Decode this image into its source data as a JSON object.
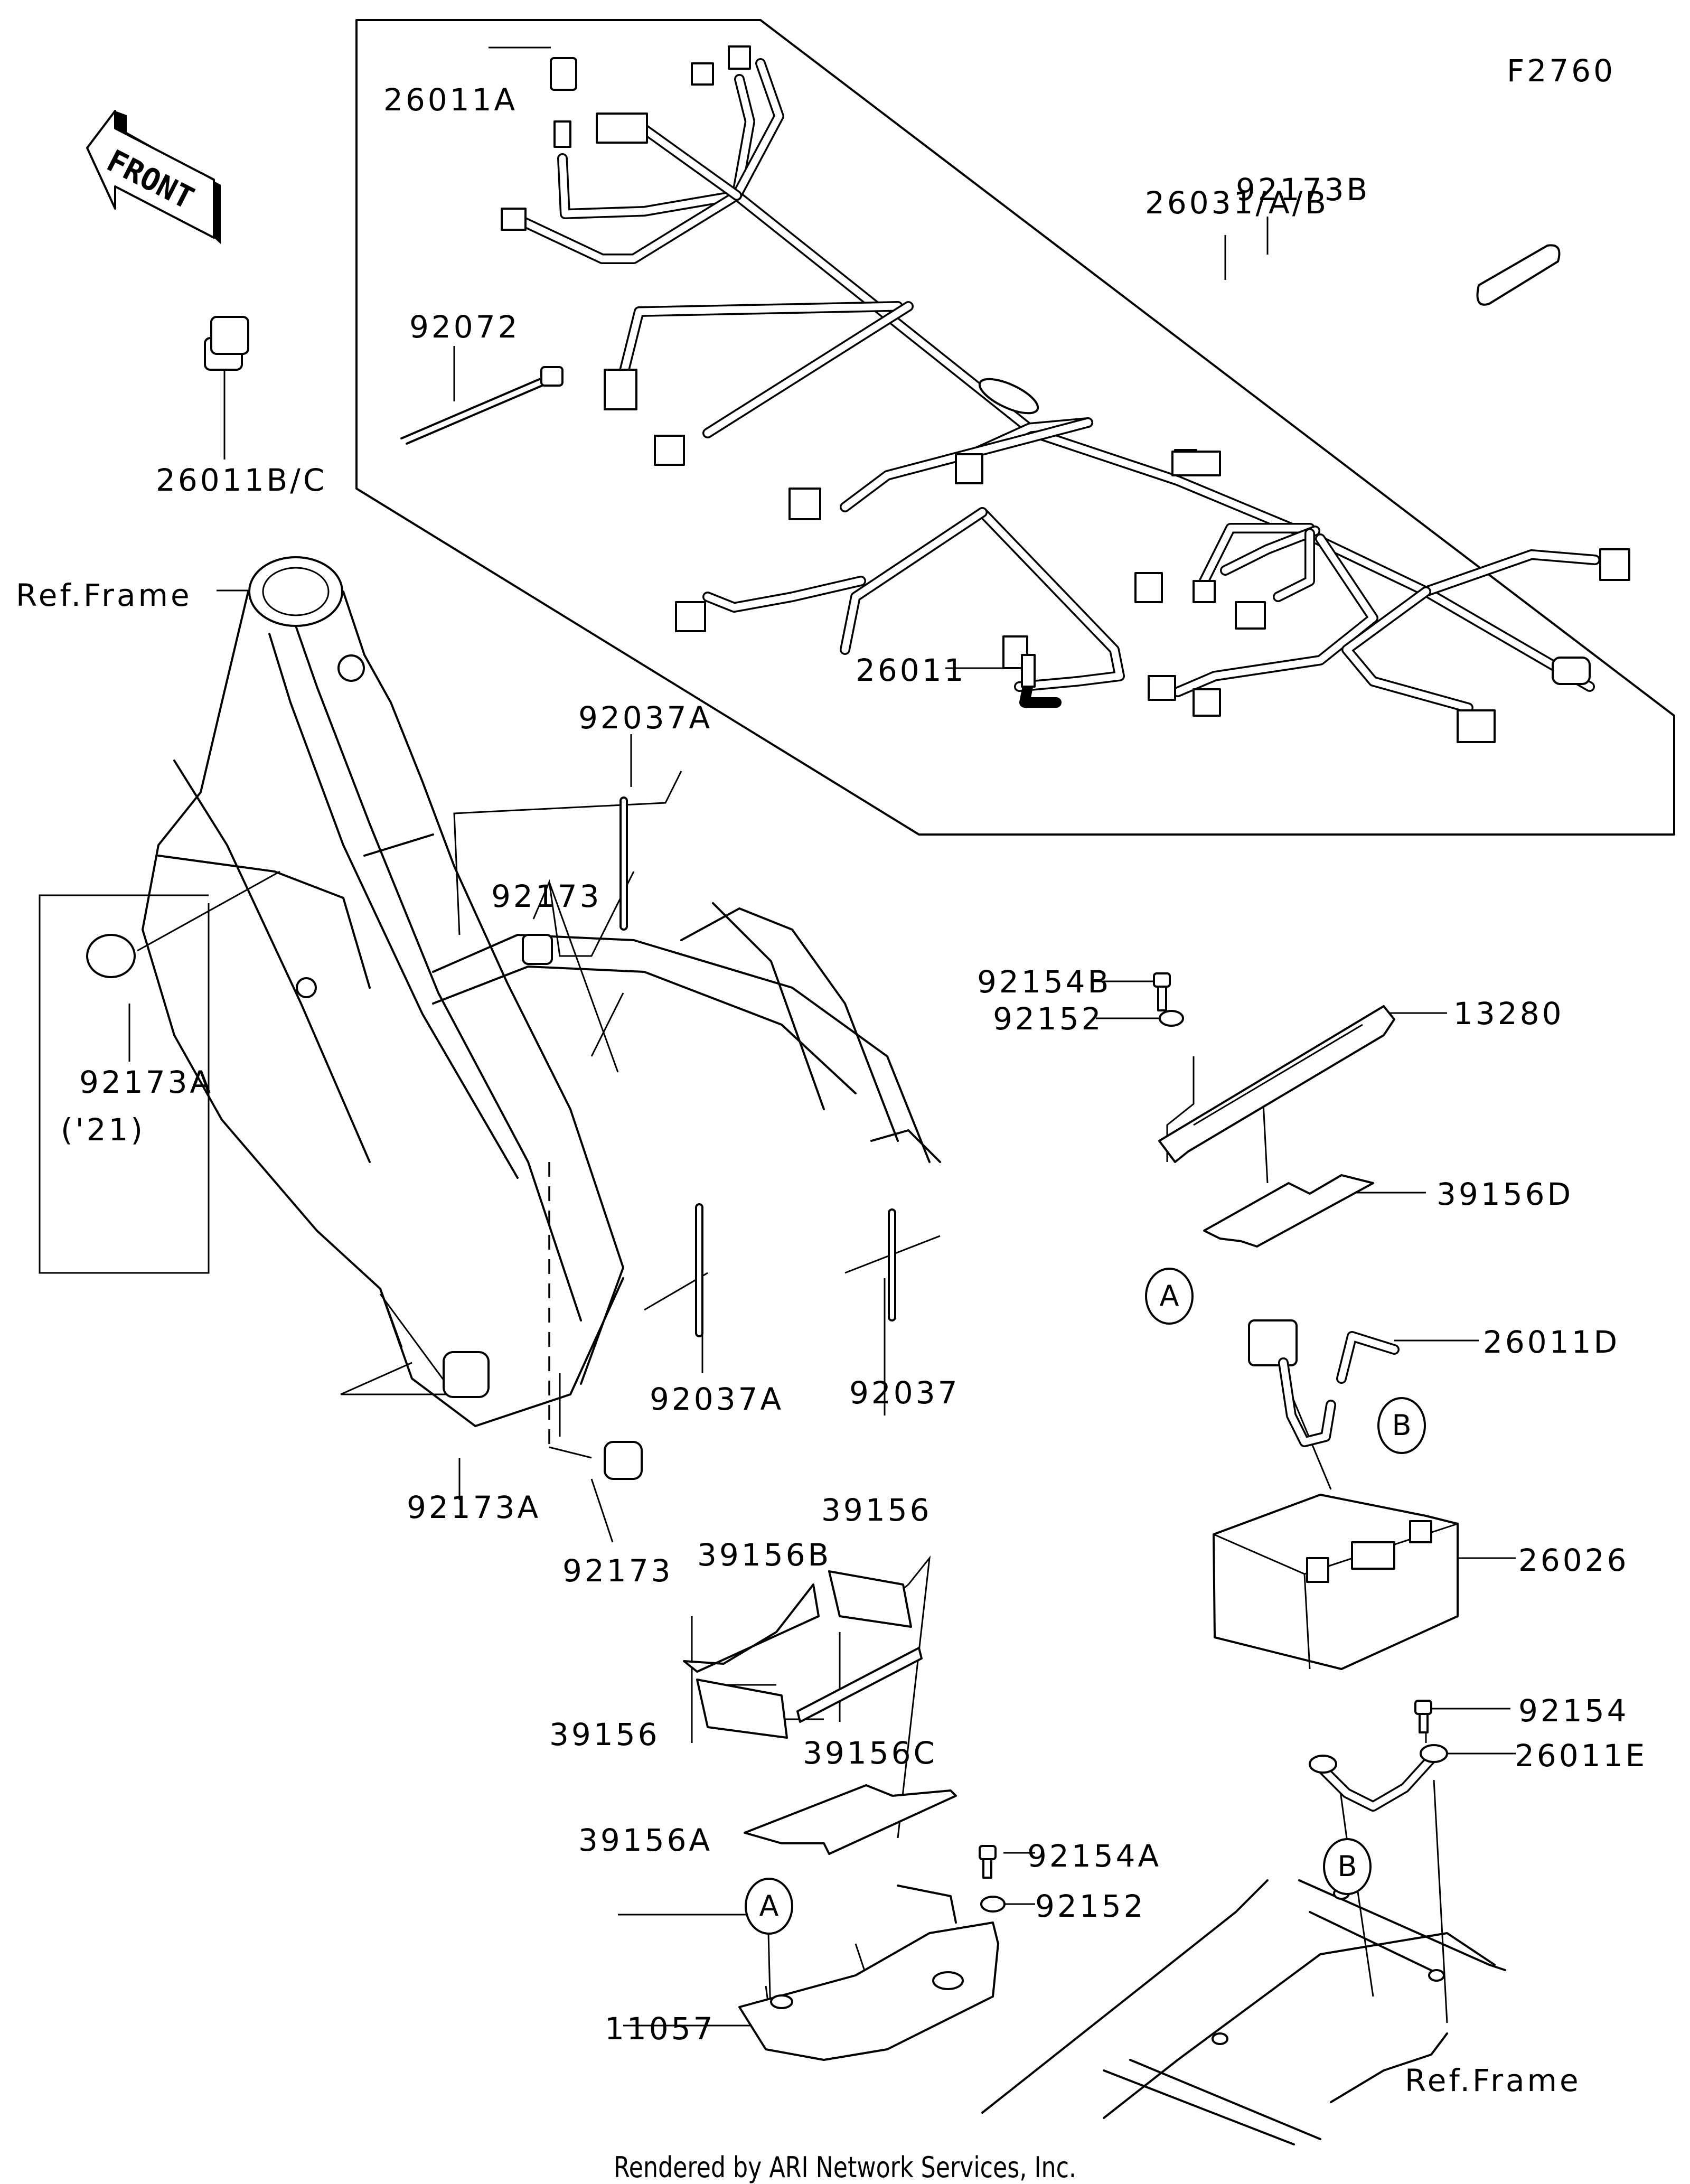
{
  "diagram": {
    "figure_code": "F2760",
    "front_indicator": "FRONT",
    "footer": "Rendered by ARI Network Services, Inc.",
    "reference_labels": {
      "frame_top": "Ref.Frame",
      "frame_bottom": "Ref.Frame"
    },
    "connection_markers": {
      "a_upper": "A",
      "a_lower": "A",
      "b_upper": "B",
      "b_lower": "B"
    },
    "year_note": "('21)",
    "parts": [
      {
        "id": "p26011A",
        "number": "26011A"
      },
      {
        "id": "p26031",
        "number": "26031/A/B"
      },
      {
        "id": "p92173B",
        "number": "92173B"
      },
      {
        "id": "p92072",
        "number": "92072"
      },
      {
        "id": "p26011BC",
        "number": "26011B/C"
      },
      {
        "id": "p26011",
        "number": "26011"
      },
      {
        "id": "p92037A_top",
        "number": "92037A"
      },
      {
        "id": "p92173_top",
        "number": "92173"
      },
      {
        "id": "p92173A_left",
        "number": "92173A"
      },
      {
        "id": "p92154B",
        "number": "92154B"
      },
      {
        "id": "p92152_top",
        "number": "92152"
      },
      {
        "id": "p13280",
        "number": "13280"
      },
      {
        "id": "p39156D",
        "number": "39156D"
      },
      {
        "id": "p26011D",
        "number": "26011D"
      },
      {
        "id": "p92037A_bottom",
        "number": "92037A"
      },
      {
        "id": "p92037",
        "number": "92037"
      },
      {
        "id": "p92173A_bottom",
        "number": "92173A"
      },
      {
        "id": "p92173_bottom",
        "number": "92173"
      },
      {
        "id": "p26026",
        "number": "26026"
      },
      {
        "id": "p39156_top",
        "number": "39156"
      },
      {
        "id": "p39156B",
        "number": "39156B"
      },
      {
        "id": "p39156_left",
        "number": "39156"
      },
      {
        "id": "p39156C",
        "number": "39156C"
      },
      {
        "id": "p92154",
        "number": "92154"
      },
      {
        "id": "p26011E",
        "number": "26011E"
      },
      {
        "id": "p39156A",
        "number": "39156A"
      },
      {
        "id": "p92154A",
        "number": "92154A"
      },
      {
        "id": "p92152_bottom",
        "number": "92152"
      },
      {
        "id": "p11057",
        "number": "11057"
      }
    ]
  }
}
